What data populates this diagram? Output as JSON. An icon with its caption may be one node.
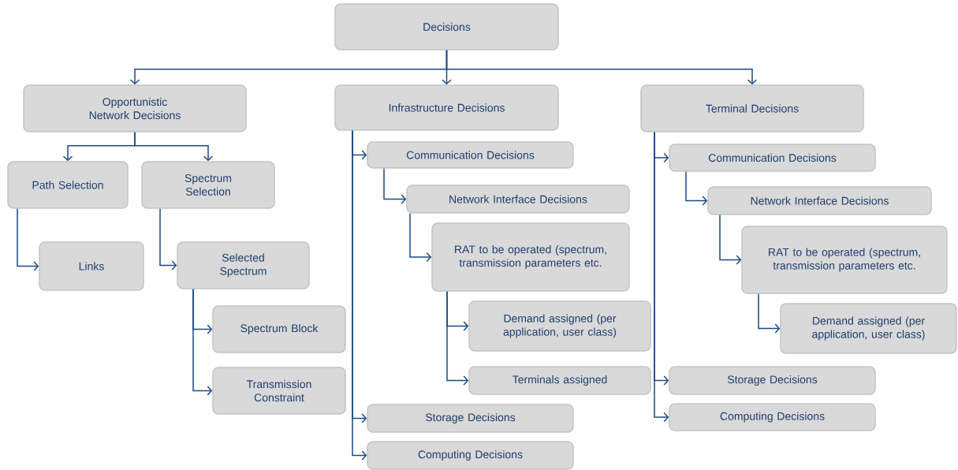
{
  "diagram": {
    "nodes": [
      {
        "text": [
          "Decisions"
        ]
      },
      {
        "text": [
          "Opportunistic Network Decisions"
        ]
      },
      {
        "text": [
          "Infrastructure Decisions"
        ]
      },
      {
        "text": [
          "Terminal Decisions"
        ]
      },
      {
        "text": [
          "Path Selection"
        ]
      },
      {
        "text": [
          "Spectrum Selection"
        ]
      },
      {
        "text": [
          "Links"
        ]
      },
      {
        "text": [
          "Selected Spectrum"
        ]
      },
      {
        "text": [
          "Spectrum Block"
        ]
      },
      {
        "text": [
          "Transmission Constraint"
        ]
      },
      {
        "text": [
          "Communication Decisions"
        ]
      },
      {
        "text": [
          "Network Interface Decisions"
        ]
      },
      {
        "text": [
          "RAT to be operated (spectrum, transmission parameters etc."
        ]
      },
      {
        "text": [
          "Demand assigned (per application, user class)"
        ]
      },
      {
        "text": [
          "Terminals assigned"
        ]
      },
      {
        "text": [
          "Storage Decisions"
        ]
      },
      {
        "text": [
          "Computing Decisions"
        ]
      },
      {
        "text": [
          "Communication Decisions"
        ]
      },
      {
        "text": [
          "Network Interface Decisions"
        ]
      },
      {
        "text": [
          "RAT to be operated (spectrum, transmission parameters etc."
        ]
      },
      {
        "text": [
          "Demand assigned (per application, user class)"
        ]
      },
      {
        "text": [
          "Storage Decisions"
        ]
      },
      {
        "text": [
          "Computing Decisions"
        ]
      }
    ],
    "edges": [
      {
        "from": 0,
        "to": 1,
        "arrow": "to"
      },
      {
        "from": 0,
        "to": 2,
        "arrow": "to"
      },
      {
        "from": 0,
        "to": 3,
        "arrow": "to"
      },
      {
        "from": 1,
        "to": 4,
        "arrow": "to"
      },
      {
        "from": 1,
        "to": 5,
        "arrow": "to"
      },
      {
        "from": 4,
        "to": 6,
        "arrow": "to"
      },
      {
        "from": 5,
        "to": 7,
        "arrow": "to"
      },
      {
        "from": 7,
        "to": 8,
        "arrow": "to"
      },
      {
        "from": 7,
        "to": 9,
        "arrow": "to"
      },
      {
        "from": 2,
        "to": 10,
        "arrow": "to"
      },
      {
        "from": 10,
        "to": 11,
        "arrow": "to"
      },
      {
        "from": 11,
        "to": 12,
        "arrow": "to"
      },
      {
        "from": 12,
        "to": 13,
        "arrow": "to"
      },
      {
        "from": 12,
        "to": 14,
        "arrow": "to"
      },
      {
        "from": 2,
        "to": 15,
        "arrow": "to"
      },
      {
        "from": 2,
        "to": 16,
        "arrow": "to"
      },
      {
        "from": 3,
        "to": 17,
        "arrow": "to"
      },
      {
        "from": 17,
        "to": 18,
        "arrow": "to"
      },
      {
        "from": 18,
        "to": 19,
        "arrow": "to"
      },
      {
        "from": 19,
        "to": 20,
        "arrow": "to"
      },
      {
        "from": 3,
        "to": 21,
        "arrow": "to"
      },
      {
        "from": 3,
        "to": 22,
        "arrow": "to"
      }
    ]
  }
}
